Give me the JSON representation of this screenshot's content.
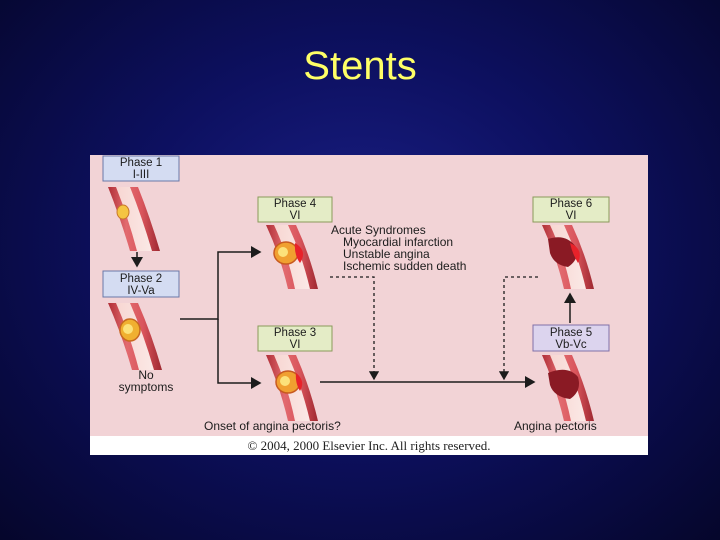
{
  "slide": {
    "title": "Stents"
  },
  "phases": {
    "p1": {
      "name": "Phase 1",
      "code": "I-III"
    },
    "p2": {
      "name": "Phase 2",
      "code": "IV-Va"
    },
    "p3": {
      "name": "Phase 3",
      "code": "VI"
    },
    "p4": {
      "name": "Phase 4",
      "code": "VI"
    },
    "p5": {
      "name": "Phase 5",
      "code": "Vb-Vc"
    },
    "p6": {
      "name": "Phase 6",
      "code": "VI"
    }
  },
  "labels": {
    "no_symptoms": [
      "No",
      "symptoms"
    ],
    "acute_heading": "Acute Syndromes",
    "acute_items": [
      "Myocardial infarction",
      "Unstable angina",
      "Ischemic sudden death"
    ],
    "onset": "Onset of angina pectoris?",
    "angina": "Angina pectoris"
  },
  "copyright": "© 2004, 2000 Elsevier Inc. All rights reserved.",
  "colors": {
    "blue_box": "#d4dcf2",
    "green_box": "#e4ecc6",
    "purple_box": "#dcd4ee",
    "vessel": "#c8444a",
    "plaque": "#f5c542"
  }
}
